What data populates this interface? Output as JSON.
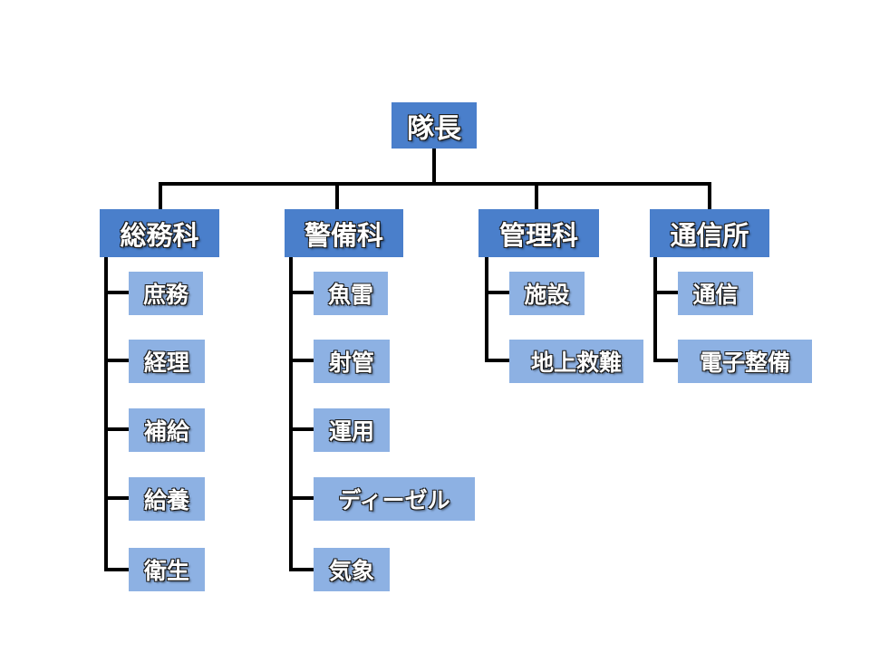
{
  "org": {
    "head": "隊長",
    "departments": [
      {
        "name": "総務科",
        "sections": [
          "庶務",
          "経理",
          "補給",
          "給養",
          "衛生"
        ]
      },
      {
        "name": "警備科",
        "sections": [
          "魚雷",
          "射管",
          "運用",
          "ディーゼル",
          "気象"
        ]
      },
      {
        "name": "管理科",
        "sections": [
          "施設",
          "地上救難"
        ]
      },
      {
        "name": "通信所",
        "sections": [
          "通信",
          "電子整備"
        ]
      }
    ]
  },
  "colors": {
    "head_box": "#4a7fcb",
    "department_box": "#4a7fcb",
    "section_box": "#8db1e3",
    "connector": "#000000"
  }
}
